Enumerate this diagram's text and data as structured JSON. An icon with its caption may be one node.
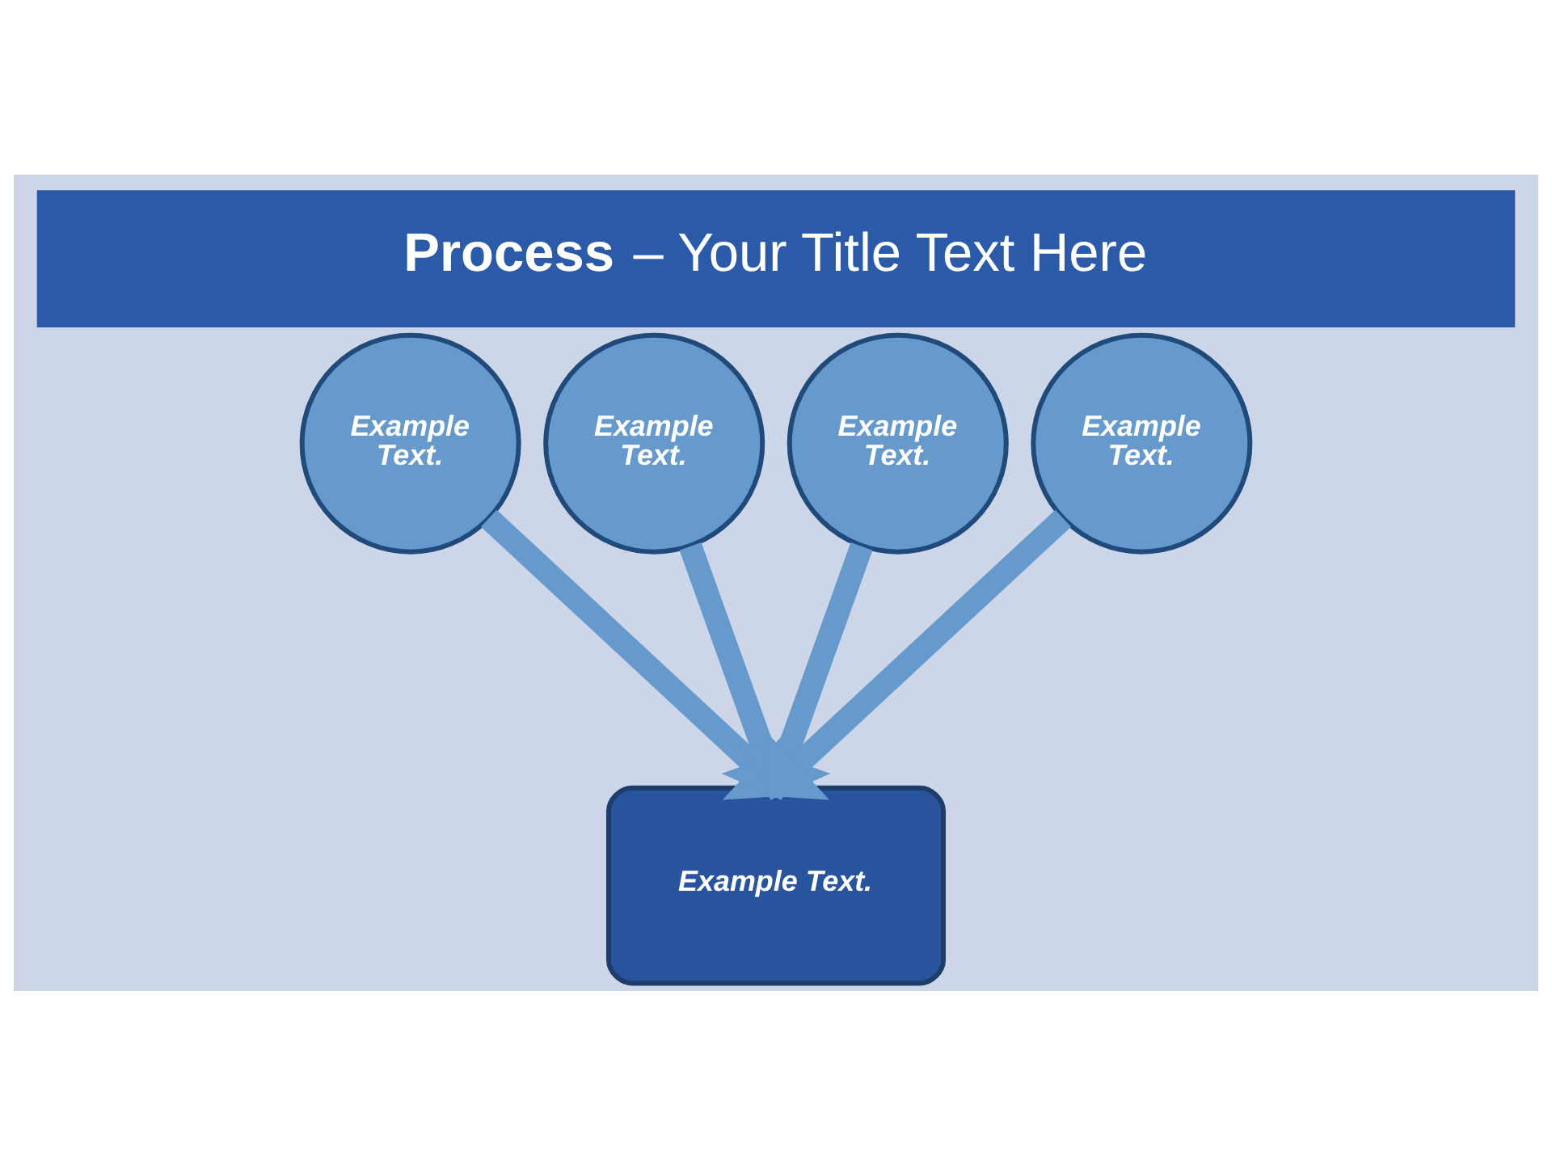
{
  "diagram": {
    "title": "**Process** – Your Title Text Here",
    "nodes": [
      {
        "text": [
          "Example Text."
        ]
      },
      {
        "text": [
          "Example Text."
        ]
      },
      {
        "text": [
          "Example Text."
        ]
      },
      {
        "text": [
          "Example Text."
        ]
      },
      {
        "text": [
          "Example Text."
        ]
      }
    ],
    "edges": [
      {
        "from": 0,
        "to": 4,
        "arrow": "to"
      },
      {
        "from": 1,
        "to": 4,
        "arrow": "to"
      },
      {
        "from": 2,
        "to": 4,
        "arrow": "to"
      },
      {
        "from": 3,
        "to": 4,
        "arrow": "to"
      }
    ]
  }
}
